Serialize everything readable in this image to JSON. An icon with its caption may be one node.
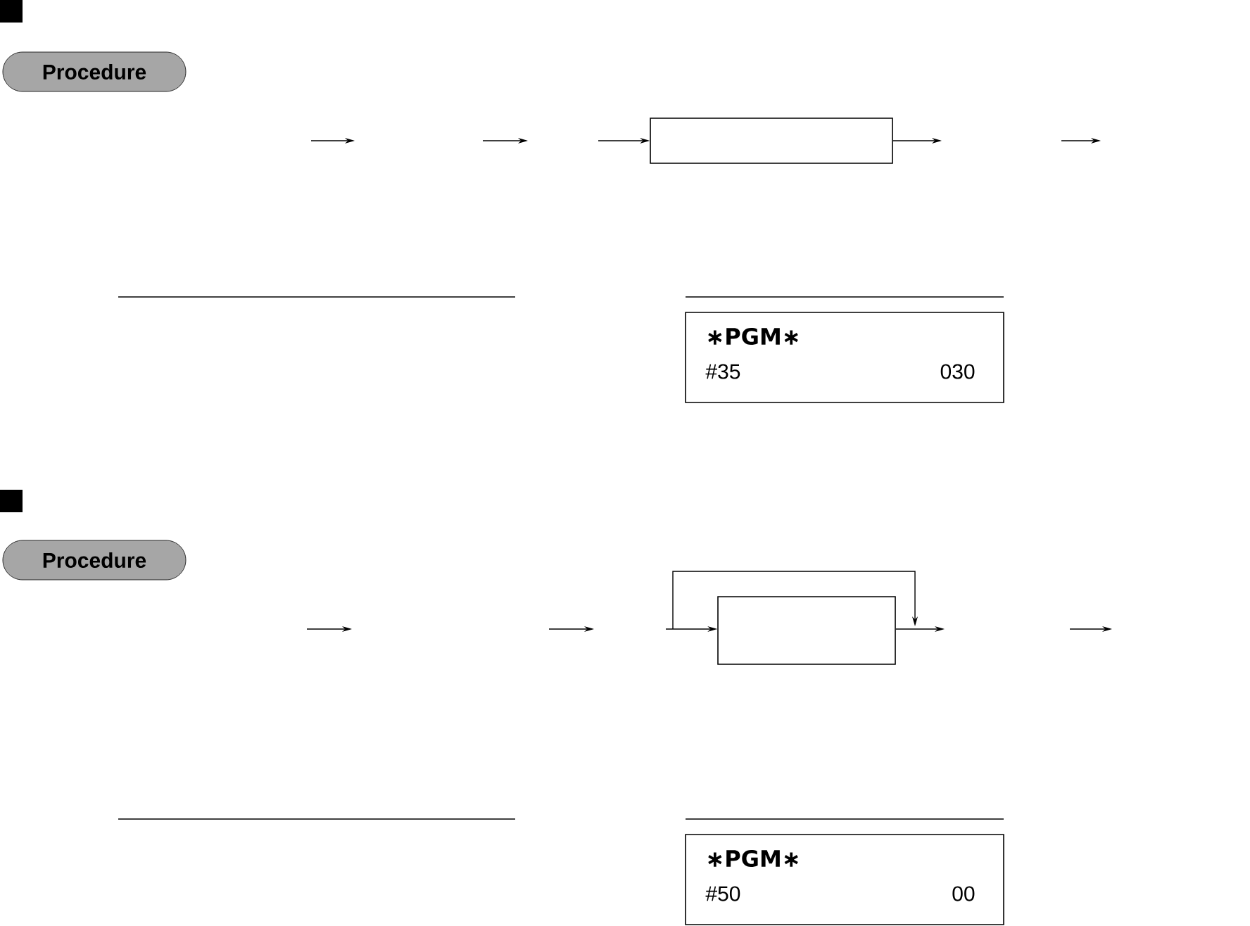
{
  "diagram": {
    "nodes": [
      {
        "text": [
          "Procedure"
        ]
      },
      {
        "text": [],
        "shape": "box"
      },
      {
        "text": [
          "∗PGM∗",
          "#35",
          "030"
        ]
      },
      {
        "text": [
          "Procedure"
        ]
      },
      {
        "text": [],
        "shape": "box"
      },
      {
        "text": [
          "∗PGM∗",
          "#50",
          "00"
        ]
      }
    ],
    "edges": [
      {
        "from": null,
        "to": 1,
        "arrow": "to"
      },
      {
        "from": 1,
        "to": null,
        "arrow": "to"
      },
      {
        "from": null,
        "to": 4,
        "arrow": "to"
      },
      {
        "from": 4,
        "to": null,
        "arrow": "to"
      }
    ]
  }
}
